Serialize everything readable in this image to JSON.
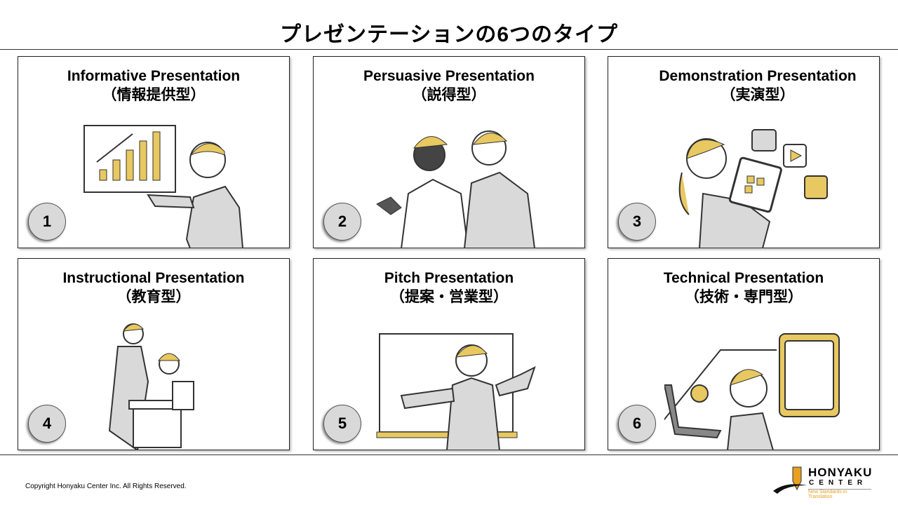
{
  "header": {
    "title": "プレゼンテーションの6つのタイプ"
  },
  "cards": [
    {
      "number": "1",
      "title_en": "Informative Presentation",
      "title_ja": "（情報提供型）"
    },
    {
      "number": "2",
      "title_en": "Persuasive Presentation",
      "title_ja": "（説得型）"
    },
    {
      "number": "3",
      "title_en": "Demonstration  Presentation",
      "title_ja": "（実演型）"
    },
    {
      "number": "4",
      "title_en": "Instructional Presentation",
      "title_ja": "（教育型）"
    },
    {
      "number": "5",
      "title_en": "Pitch Presentation",
      "title_ja": "（提案・営業型）"
    },
    {
      "number": "6",
      "title_en": "Technical Presentation",
      "title_ja": "（技術・専門型）"
    }
  ],
  "footer": {
    "copyright": "Copyright Honyaku Center Inc. All Rights Reserved.",
    "logo_name": "HONYAKU",
    "logo_sub": "CENTER",
    "logo_tagline": "New Standards in Translation"
  },
  "colors": {
    "accent": "#e8c860",
    "gray": "#d9d9d9",
    "logo_orange": "#e8a020"
  }
}
